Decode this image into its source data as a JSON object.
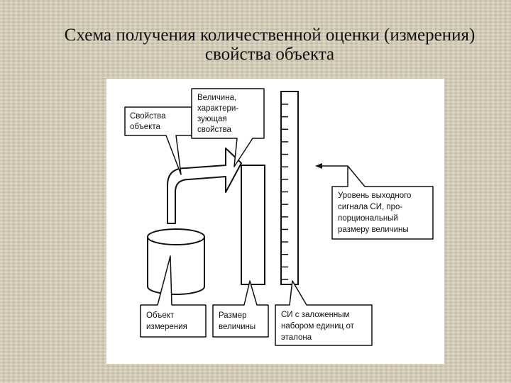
{
  "title": {
    "line1": "Схема получения количественной оценки (измерения)",
    "line2": "свойства объекта"
  },
  "diagram": {
    "callouts": {
      "property": [
        "Свойства",
        "объекта"
      ],
      "quantity": [
        "Величина,",
        "характери-",
        "зующая",
        "свойства"
      ],
      "output_level": [
        "Уровень выходного",
        "сигнала СИ, про-",
        "порциональный",
        "размеру величины"
      ],
      "object": [
        "Объект",
        "измерения"
      ],
      "size": [
        "Размер",
        "величины"
      ],
      "instrument": [
        "СИ с заложенным",
        "набором единиц от",
        "эталона"
      ]
    },
    "scale_ticks": 15
  }
}
